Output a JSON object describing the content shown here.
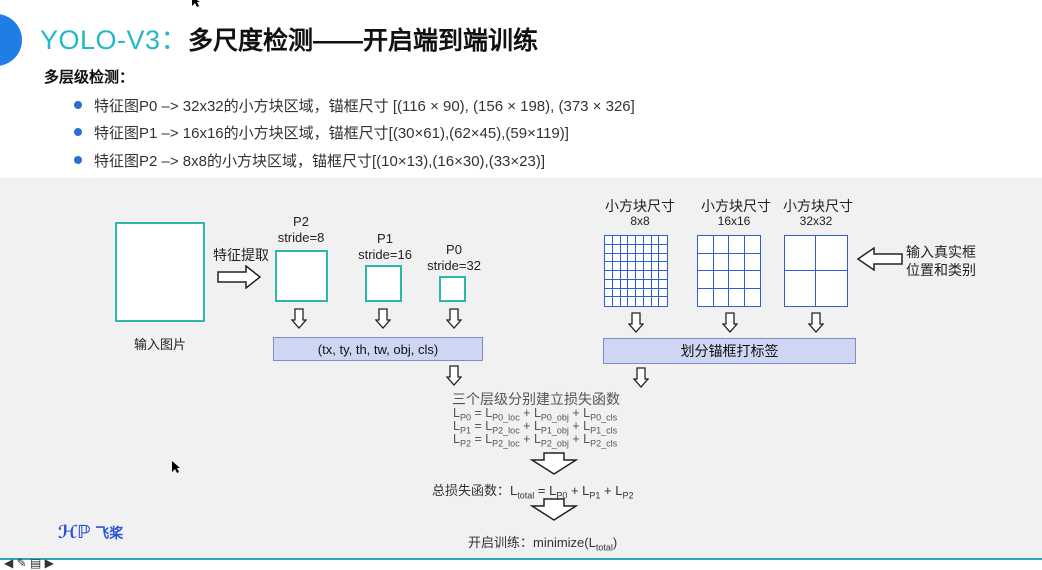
{
  "header": {
    "title_en": "YOLO-V3：",
    "title_cn": "多尺度检测——开启端到端训练"
  },
  "section_heading": "多层级检测：",
  "bullets": [
    "特征图P0 –> 32x32的小方块区域，锚框尺寸 [(116 × 90), (156 × 198), (373 × 326]",
    "特征图P1 –> 16x16的小方块区域，锚框尺寸[(30×61),(62×45),(59×119)]",
    "特征图P2 –> 8x8的小方块区域，锚框尺寸[(10×13),(16×30),(33×23)]"
  ],
  "diagram": {
    "input_image_label": "输入图片",
    "feature_extract_label": "特征提取",
    "p2": {
      "name": "P2",
      "stride": "stride=8"
    },
    "p1": {
      "name": "P1",
      "stride": "stride=16"
    },
    "p0": {
      "name": "P0",
      "stride": "stride=32"
    },
    "output_bar": "(tx, ty, th, tw, obj, cls)",
    "grids": [
      {
        "title": "小方块尺寸",
        "size": "8x8",
        "cells": 8
      },
      {
        "title": "小方块尺寸",
        "size": "16x16",
        "cells": 4
      },
      {
        "title": "小方块尺寸",
        "size": "32x32",
        "cells": 2
      }
    ],
    "gt_label_line1": "输入真实框",
    "gt_label_line2": "位置和类别",
    "anchor_bar": "划分锚框打标签",
    "loss_title": "三个层级分别建立损失函数",
    "total_loss_prefix": "总损失函数：",
    "train_prefix": "开启训练：minimize(",
    "train_suffix": ")"
  },
  "logo_text": "飞桨",
  "colors": {
    "title_teal": "#23b8c8",
    "box_teal": "#2cb8a8",
    "grid_blue": "#2d5fd3",
    "bar_fill": "#cfd6f3",
    "bullet_blue": "#2a6fd1"
  }
}
